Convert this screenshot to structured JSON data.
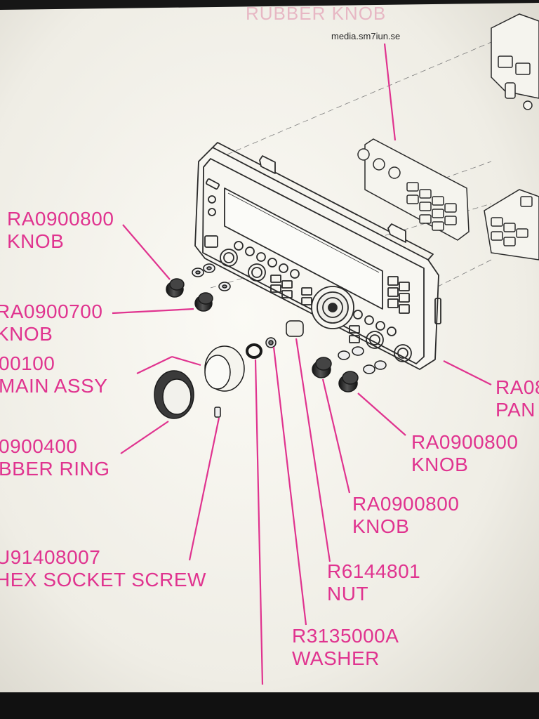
{
  "watermark": "media.sm7iun.se",
  "faded_heading": "RUBBER KNOB",
  "labels": [
    {
      "number": "RA0900800",
      "name": "KNOB"
    },
    {
      "number": "RA0900700",
      "name": "KNOB"
    },
    {
      "number": "00100",
      "name": "MAIN ASSY"
    },
    {
      "number": "0900400",
      "name": "BBER RING"
    },
    {
      "number": "U91408007",
      "name": "HEX SOCKET SCREW"
    },
    {
      "number": "RA08",
      "name": "PAN"
    },
    {
      "number": "RA0900800",
      "name": "KNOB"
    },
    {
      "number": "RA0900800",
      "name": "KNOB"
    },
    {
      "number": "R6144801",
      "name": "NUT"
    },
    {
      "number": "R3135000A",
      "name": "WASHER"
    }
  ],
  "colors": {
    "label": "#e0338f",
    "paper": "#f3f1ea",
    "line_art": "#333333",
    "bezel": "#161616"
  }
}
